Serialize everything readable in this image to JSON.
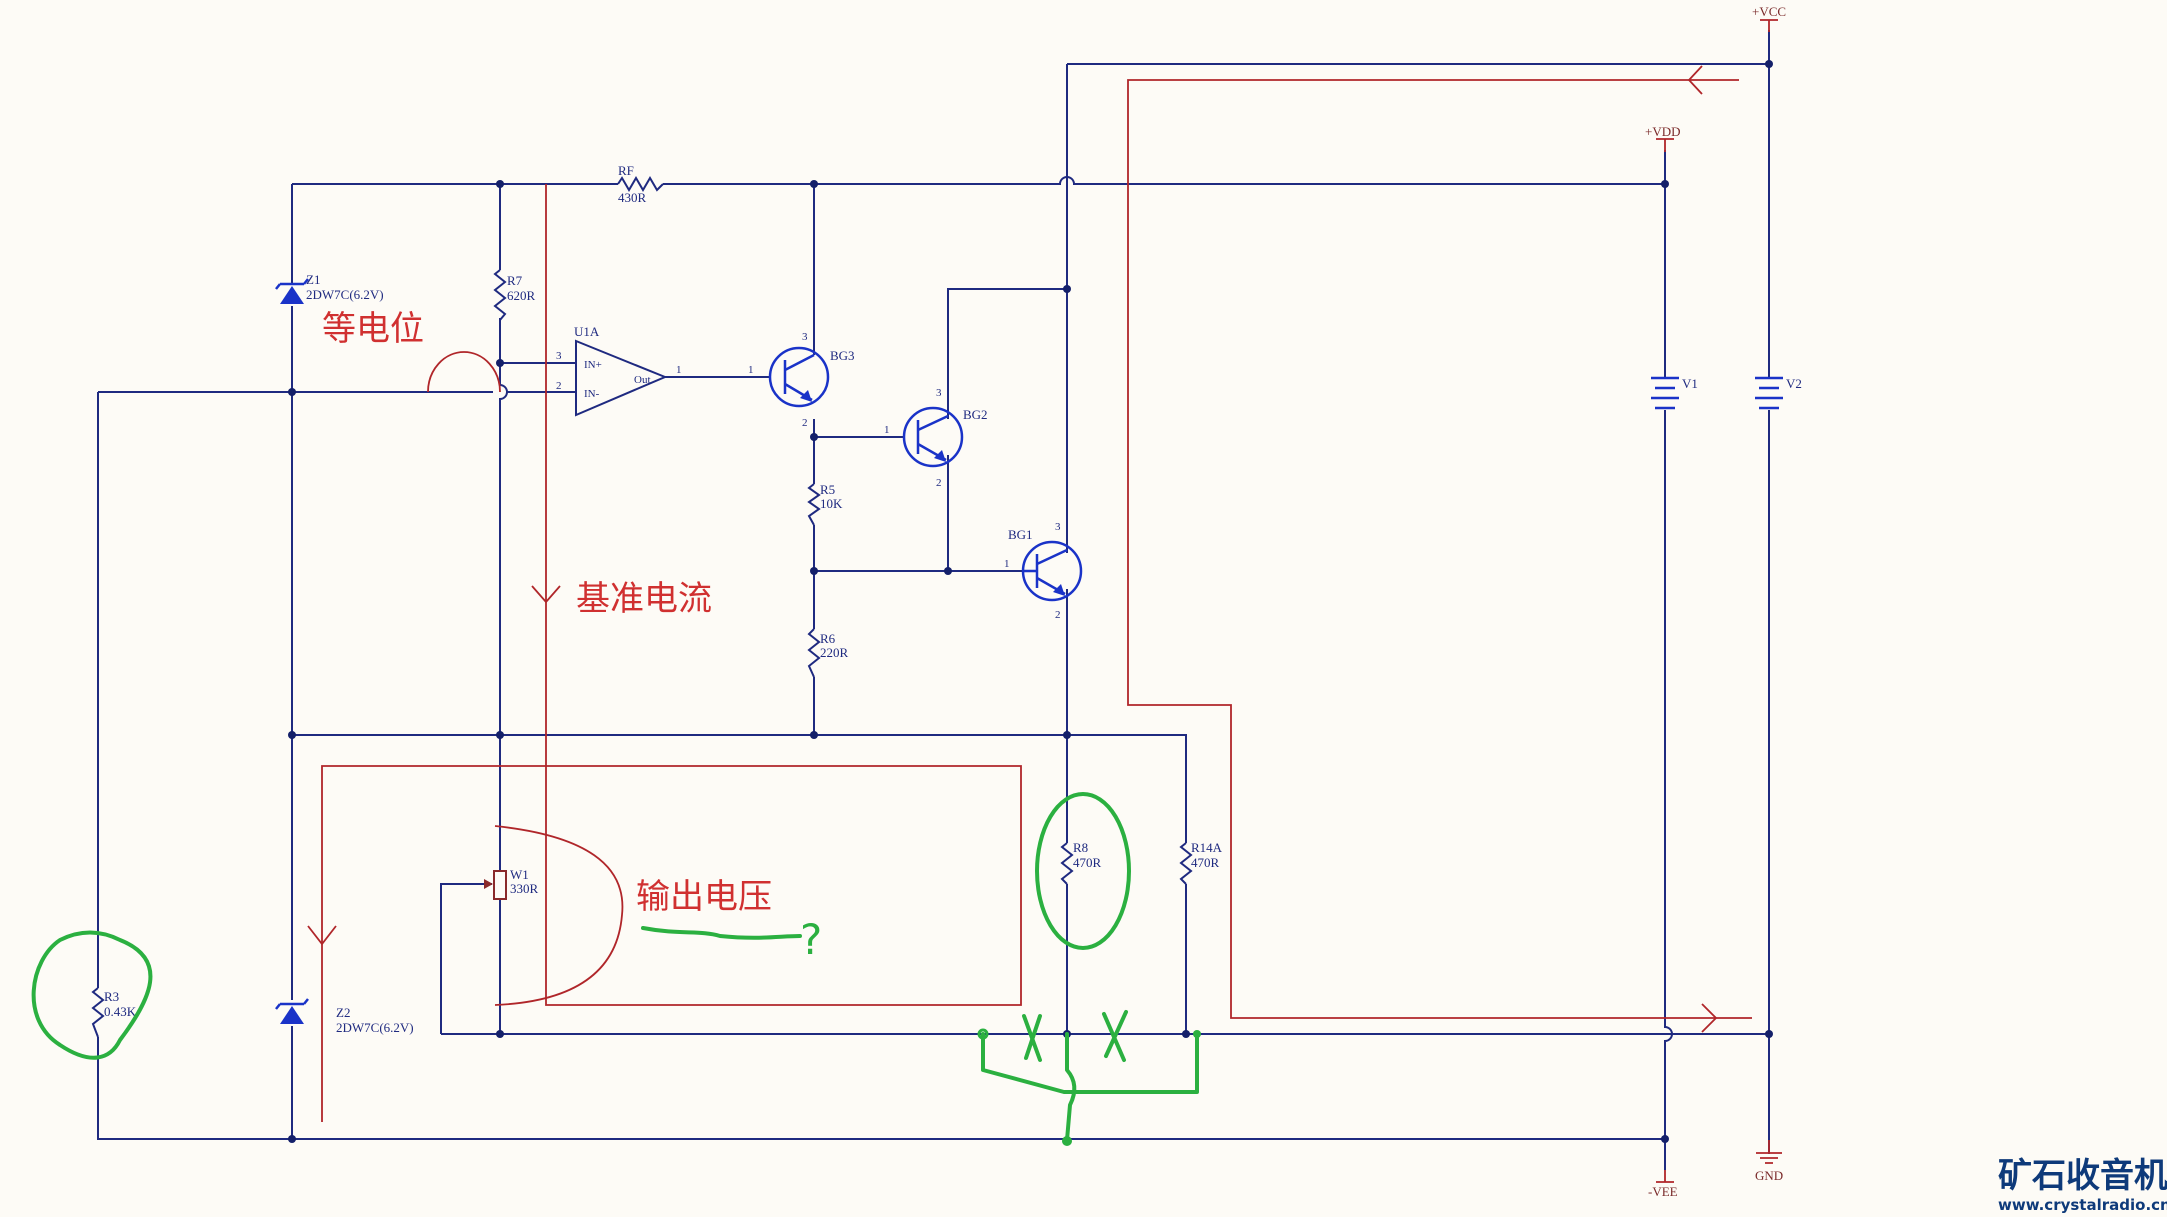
{
  "power": {
    "vcc": "+VCC",
    "vdd": "+VDD",
    "vee": "-VEE",
    "gnd": "GND"
  },
  "components": {
    "rf": {
      "ref": "RF",
      "value": "430R"
    },
    "r7": {
      "ref": "R7",
      "value": "620R"
    },
    "z1": {
      "ref": "Z1",
      "value": "2DW7C(6.2V)"
    },
    "z2": {
      "ref": "Z2",
      "value": "2DW7C(6.2V)"
    },
    "u1a": {
      "ref": "U1A",
      "in_plus": "IN+",
      "in_minus": "IN-",
      "out": "Out",
      "pin_plus": "3",
      "pin_minus": "2",
      "pin_out": "1"
    },
    "bg3": {
      "ref": "BG3"
    },
    "bg2": {
      "ref": "BG2"
    },
    "bg1": {
      "ref": "BG1"
    },
    "pins": {
      "base": "1",
      "emitter": "2",
      "collector": "3"
    },
    "r5": {
      "ref": "R5",
      "value": "10K"
    },
    "r6": {
      "ref": "R6",
      "value": "220R"
    },
    "r8": {
      "ref": "R8",
      "value": "470R"
    },
    "r14a": {
      "ref": "R14A",
      "value": "470R"
    },
    "w1": {
      "ref": "W1",
      "value": "330R"
    },
    "r3": {
      "ref": "R3",
      "value": "0.43K"
    },
    "v1": {
      "ref": "V1"
    },
    "v2": {
      "ref": "V2"
    }
  },
  "annotations": {
    "equipotential": "等电位",
    "reference_current": "基准电流",
    "output_voltage": "输出电压",
    "question": "?"
  },
  "colors": {
    "wire": "#1f2a80",
    "annotation_red": "#b0262a",
    "annotation_green": "#2bb040",
    "background": "#fdfbf6"
  },
  "watermark": {
    "name": "矿石收音机",
    "url": "www.crystalradio.cn"
  }
}
